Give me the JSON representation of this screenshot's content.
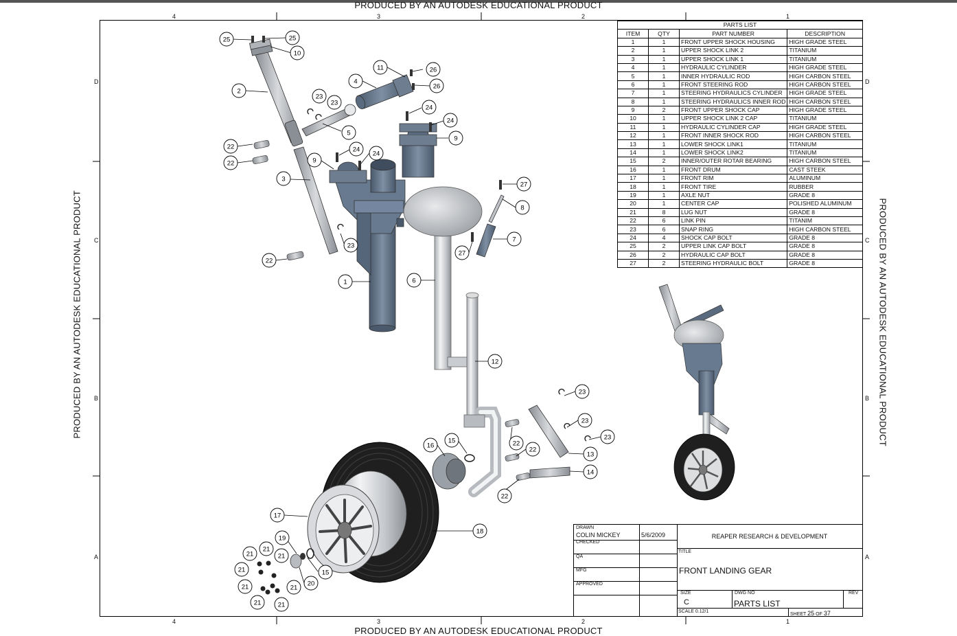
{
  "watermark": "PRODUCED BY AN AUTODESK EDUCATIONAL PRODUCT",
  "zones": {
    "columns": [
      "4",
      "3",
      "2",
      "1"
    ],
    "rows": [
      "D",
      "C",
      "B",
      "A"
    ]
  },
  "parts_list": {
    "title": "PARTS LIST",
    "headers": [
      "ITEM",
      "QTY",
      "PART NUMBER",
      "DESCRIPTION"
    ],
    "rows": [
      [
        "1",
        "1",
        "FRONT UPPER SHOCK HOUSING",
        "HIGH GRADE STEEL"
      ],
      [
        "2",
        "1",
        "UPPER SHOCK LINK 2",
        "TITANIUM"
      ],
      [
        "3",
        "1",
        "UPPER SHOCK LINK 1",
        "TITANIUM"
      ],
      [
        "4",
        "1",
        "HYDRAULIC CYLINDER",
        "HIGH GRADE STEEL"
      ],
      [
        "5",
        "1",
        "INNER HYDRAULIC ROD",
        "HIGH CARBON STEEL"
      ],
      [
        "6",
        "1",
        "FRONT STEERING ROD",
        "HIGH CARBON STEEL"
      ],
      [
        "7",
        "1",
        "STEERING HYDRAULICS CYLINDER",
        "HIGH GRADE STEEL"
      ],
      [
        "8",
        "1",
        "STEERING HYDRAULICS INNER ROD",
        "HIGH CARBON STEEL"
      ],
      [
        "9",
        "2",
        "FRONT UPPER SHOCK CAP",
        "HIGH GRADE STEEL"
      ],
      [
        "10",
        "1",
        "UPPER SHOCK LINK 2 CAP",
        "TITANIUM"
      ],
      [
        "11",
        "1",
        "HYDRAULIC CYLINDER CAP",
        "HIGH GRADE STEEL"
      ],
      [
        "12",
        "1",
        "FRONT INNER SHOCK ROD",
        "HIGH CARBON STEEL"
      ],
      [
        "13",
        "1",
        "LOWER SHOCK LINK1",
        "TITANIUM"
      ],
      [
        "14",
        "1",
        "LOWER SHOCK LINK2",
        "TITANIUM"
      ],
      [
        "15",
        "2",
        "INNER/OUTER ROTAR BEARING",
        "HIGH CARBON STEEL"
      ],
      [
        "16",
        "1",
        "FRONT DRUM",
        "CAST STEEK"
      ],
      [
        "17",
        "1",
        "FRONT RIM",
        "ALUMINUM"
      ],
      [
        "18",
        "1",
        "FRONT TIRE",
        "RUBBER"
      ],
      [
        "19",
        "1",
        "AXLE NUT",
        "GRADE 8"
      ],
      [
        "20",
        "1",
        "CENTER CAP",
        "POLISHED ALUMINUM"
      ],
      [
        "21",
        "8",
        "LUG NUT",
        "GRADE 8"
      ],
      [
        "22",
        "6",
        "LINK PIN",
        "TITANIM"
      ],
      [
        "23",
        "6",
        "SNAP RING",
        "HIGH CARBON STEEL"
      ],
      [
        "24",
        "4",
        "SHOCK CAP BOLT",
        "GRADE 8"
      ],
      [
        "25",
        "2",
        "UPPER LINK CAP BOLT",
        "GRADE 8"
      ],
      [
        "26",
        "2",
        "HYDRAULIC CAP BOLT",
        "GRADE 8"
      ],
      [
        "27",
        "2",
        "STEERING HYDRAULIC BOLT",
        "GRADE 8"
      ]
    ]
  },
  "title_block": {
    "drawn_label": "DRAWN",
    "drawn_by": "COLIN MICKEY",
    "date": "5/6/2009",
    "checked_label": "CHECKED",
    "qa_label": "QA",
    "mfg_label": "MFG",
    "approved_label": "APPROVED",
    "company": "REAPER RESEARCH & DEVELOPMENT",
    "title_label": "TITLE",
    "title": "FRONT LANDING GEAR",
    "size_label": "SIZE",
    "size": "C",
    "dwg_no_label": "DWG NO",
    "dwg_no": "PARTS LIST",
    "rev_label": "REV",
    "scale": "SCALE 0.12/1",
    "sheet_prefix": "SHEET",
    "sheet": "25",
    "sheet_of": "OF",
    "sheet_total": "37"
  },
  "balloons": [
    "1",
    "2",
    "3",
    "4",
    "5",
    "6",
    "7",
    "8",
    "9",
    "10",
    "11",
    "12",
    "13",
    "14",
    "15",
    "16",
    "17",
    "18",
    "19",
    "20",
    "21",
    "22",
    "23",
    "24",
    "25",
    "26",
    "27"
  ],
  "colors": {
    "steel_dark": "#5b6b7f",
    "steel_light": "#c8ccd2",
    "tire": "#1c1c1c"
  }
}
